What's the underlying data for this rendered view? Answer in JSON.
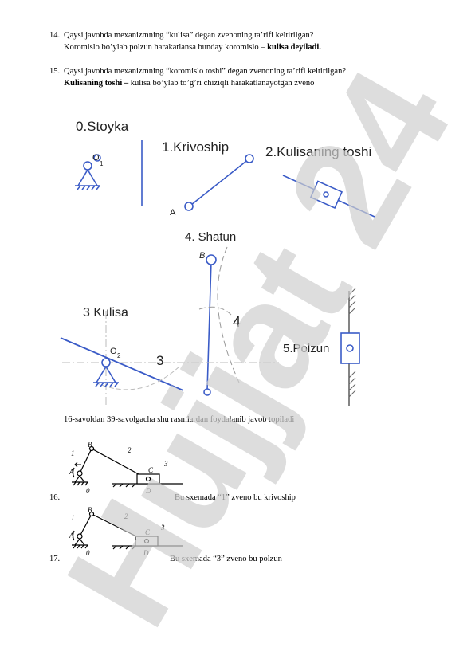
{
  "q14": {
    "number": "14.",
    "line1": "Qaysi javobda mexanizmning “kulisa” degan zvenoning ta’rifi  keltirilgan?",
    "line2_text": "Koromislo bo’ylab polzun harakatlansa  bunday koromislo – ",
    "line2_bold": "kulisa deyiladi."
  },
  "q15": {
    "number": "15.",
    "line1": "Qaysi javobda mexanizmning “koromislo toshi” degan zvenoning ta’rifi  keltirilgan?",
    "line2_bold": "Kulisaning toshi –",
    "line2_text": " kulisa bo’ylab to’g’ri chiziqli harakatlanayotgan zveno"
  },
  "figure": {
    "label_stoyka": "0.Stoyka",
    "sym_o1": "O",
    "sym_o1_sub": "1",
    "label_krivoship": "1.Krivoship",
    "sym_a": "A",
    "label_kulisa_toshi": "2.Kulisaning toshi",
    "label_shatun": "4. Shatun",
    "sym_b": "B",
    "num_4": "4",
    "label_kulisa": "3 Kulisa",
    "sym_o2": "O",
    "sym_o2_sub": "2",
    "num_3": "3",
    "label_polzun": "5.Polzun"
  },
  "instructions": "16-savoldan 39-savolgacha shu rasmlardan foydalanib javob topiladi",
  "mechanism_labels": {
    "b": "B",
    "link1": "1",
    "link2": "2",
    "c": "C",
    "link3": "3",
    "a": "A",
    "ground": "0",
    "d": "D"
  },
  "q16": {
    "number": "16.",
    "text": "Bu sxemada “1” zveno bu krivoship"
  },
  "q17": {
    "number": "17.",
    "text": "Bu sxemada “3” zveno bu polzun"
  },
  "watermark": "Hujjat 24",
  "colors": {
    "figure_blue": "#3a5bc7",
    "watermark": "#c9b3ee"
  }
}
